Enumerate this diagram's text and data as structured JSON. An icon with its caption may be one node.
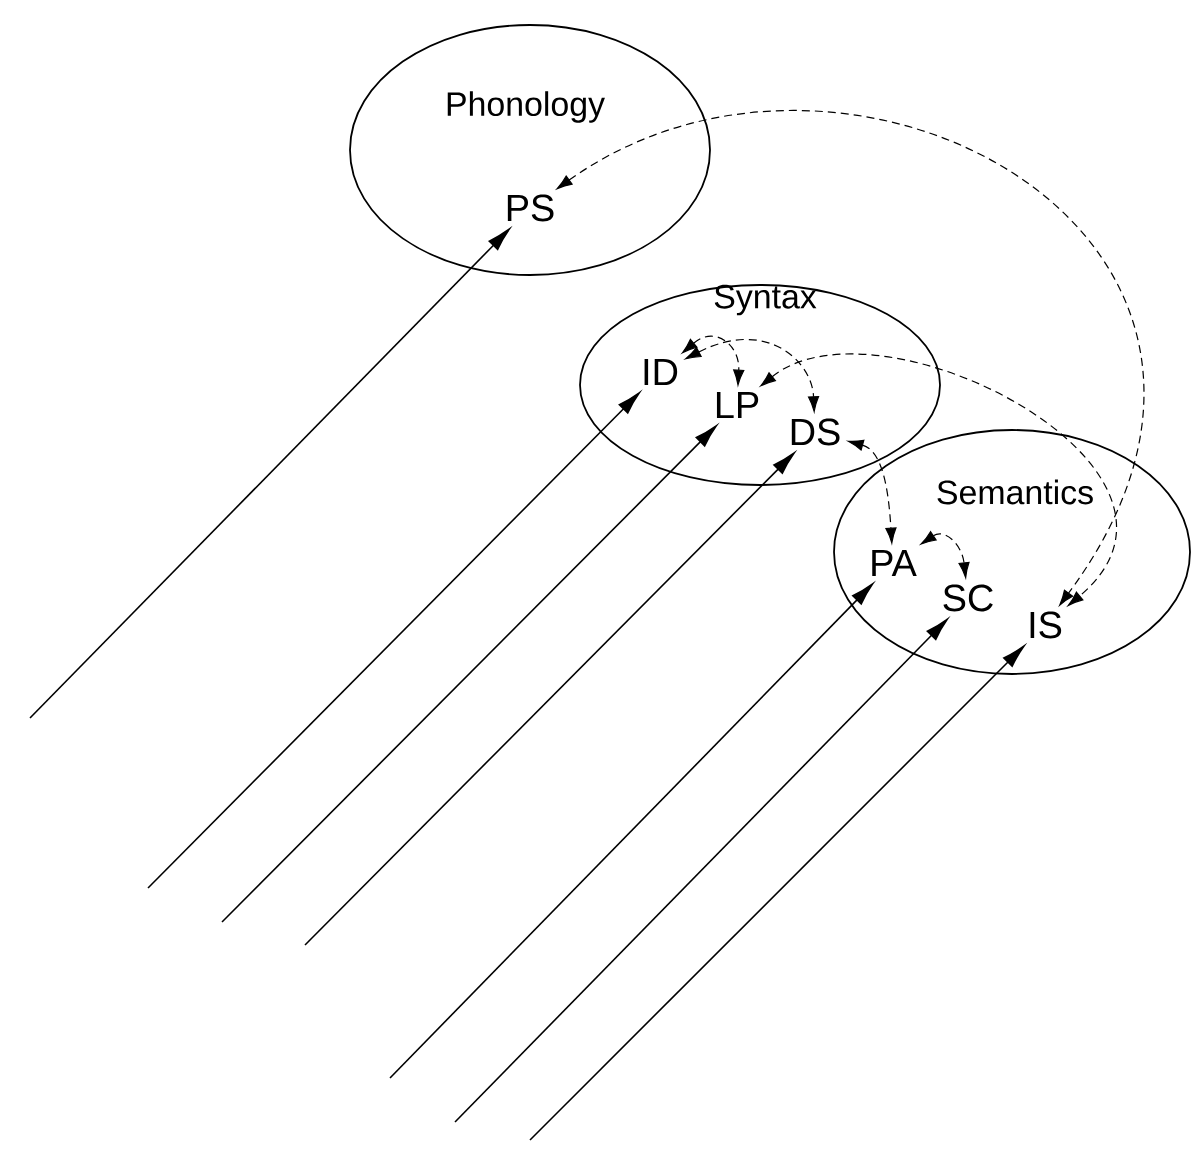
{
  "diagram": {
    "nodes": [
      {
        "text": [
          "Phonology"
        ]
      },
      {
        "text": [
          "PS"
        ],
        "in": 0
      },
      {
        "text": [
          "Syntax"
        ]
      },
      {
        "text": [
          "ID"
        ],
        "in": 2
      },
      {
        "text": [
          "LP"
        ],
        "in": 2
      },
      {
        "text": [
          "DS"
        ],
        "in": 2
      },
      {
        "text": [
          "Semantics"
        ]
      },
      {
        "text": [
          "PA"
        ],
        "in": 6
      },
      {
        "text": [
          "SC"
        ],
        "in": 6
      },
      {
        "text": [
          "IS"
        ],
        "in": 6
      }
    ],
    "edges": [
      {
        "from": null,
        "to": 1,
        "arrow": "to"
      },
      {
        "from": null,
        "to": 3,
        "arrow": "to"
      },
      {
        "from": null,
        "to": 4,
        "arrow": "to"
      },
      {
        "from": null,
        "to": 5,
        "arrow": "to"
      },
      {
        "from": null,
        "to": 7,
        "arrow": "to"
      },
      {
        "from": null,
        "to": 8,
        "arrow": "to"
      },
      {
        "from": null,
        "to": 9,
        "arrow": "to"
      },
      {
        "from": 1,
        "to": 9,
        "arrow": "both",
        "style": "dashed"
      },
      {
        "from": 3,
        "to": 4,
        "arrow": "both",
        "style": "dashed"
      },
      {
        "from": 3,
        "to": 5,
        "arrow": "both",
        "style": "dashed"
      },
      {
        "from": 4,
        "to": 9,
        "arrow": "both",
        "style": "dashed"
      },
      {
        "from": 5,
        "to": 7,
        "arrow": "both",
        "style": "dashed"
      },
      {
        "from": 7,
        "to": 8,
        "arrow": "both",
        "style": "dashed"
      }
    ]
  }
}
